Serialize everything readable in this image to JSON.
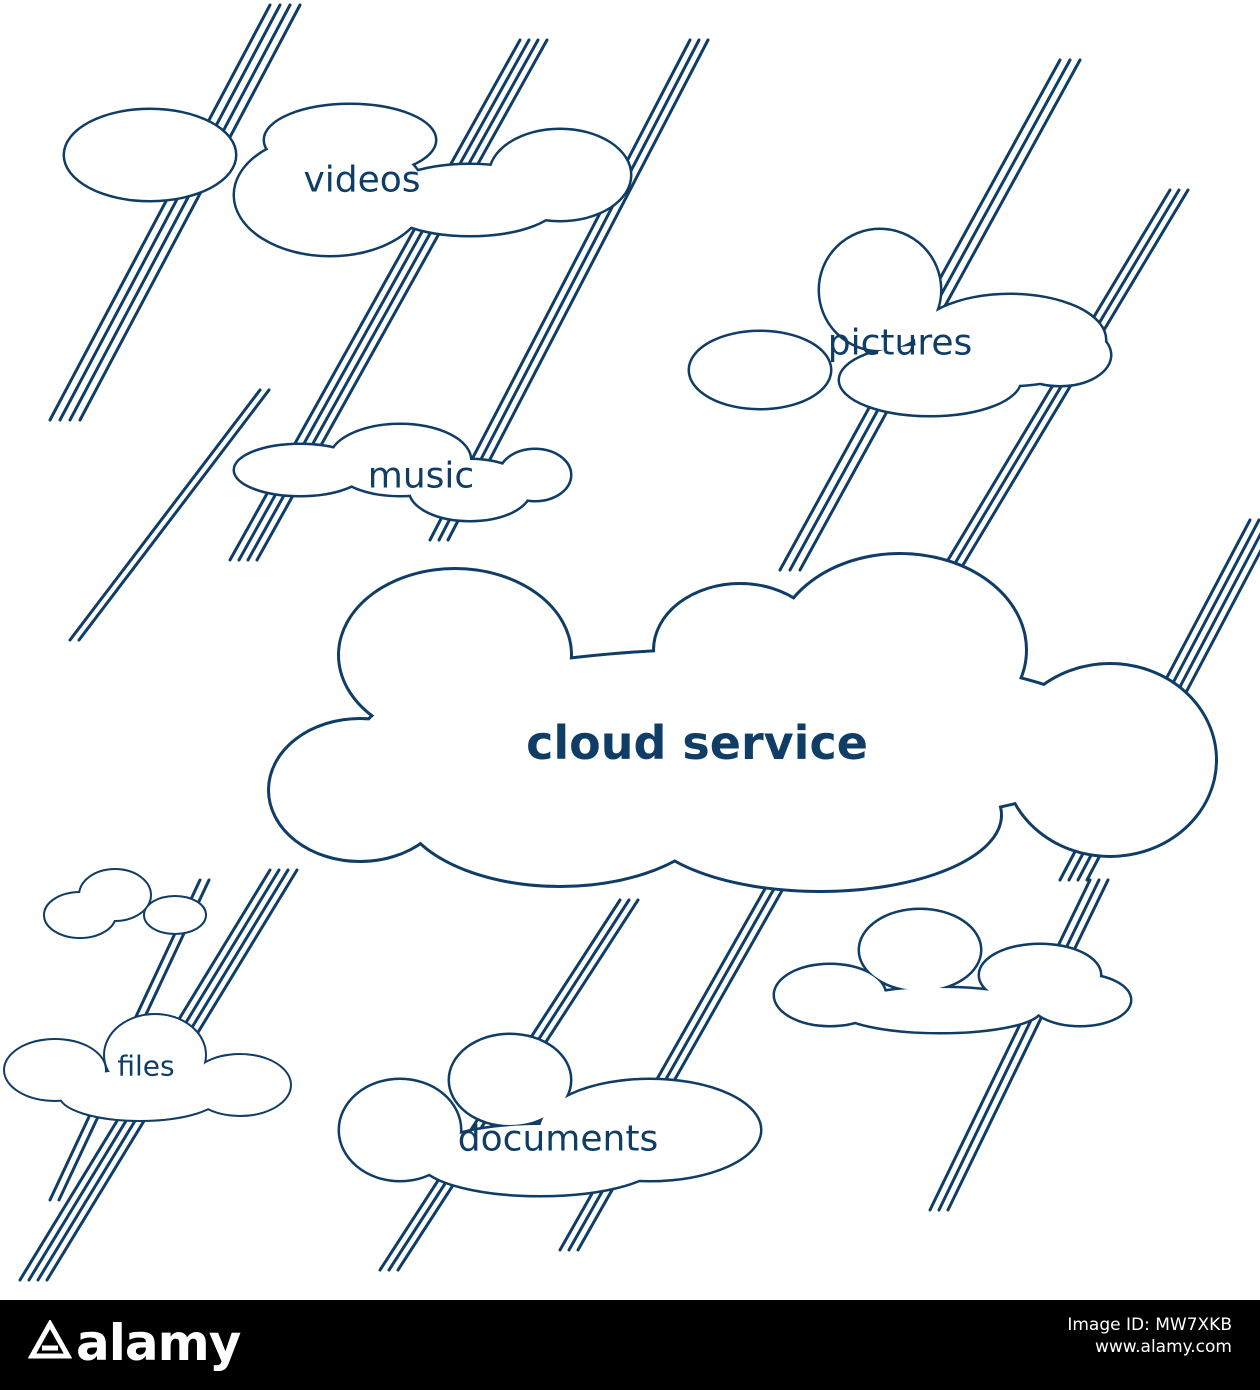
{
  "colors": {
    "ink": "#0f3d66",
    "footer_bg": "#000000",
    "footer_text": "#ffffff"
  },
  "clouds": {
    "videos": "videos",
    "pictures": "pictures",
    "music": "music",
    "main": "cloud  service",
    "files": "files",
    "documents": "documents"
  },
  "footer": {
    "brand": "alamy",
    "image_id_line": "Image ID: MW7XKB",
    "site": "www.alamy.com"
  }
}
